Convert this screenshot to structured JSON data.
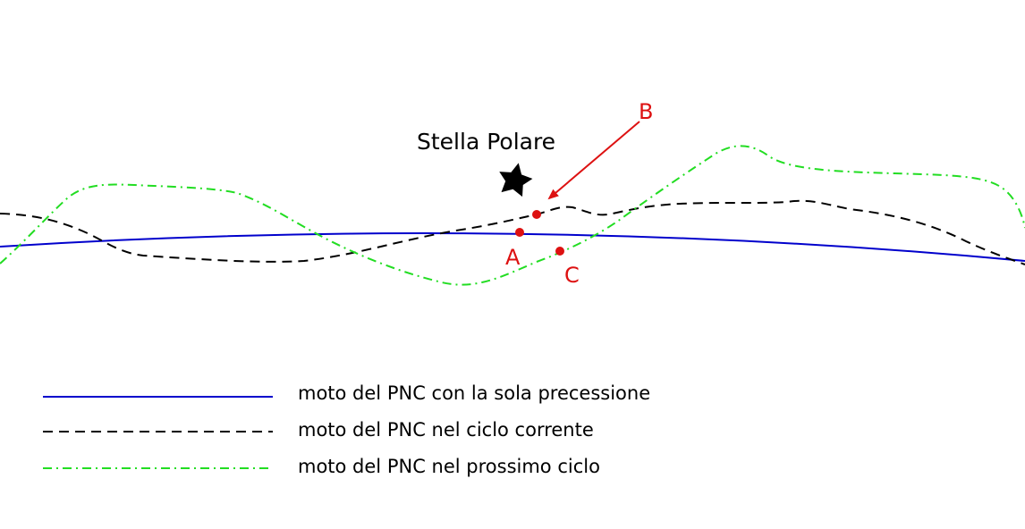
{
  "diagram": {
    "star_label": "Stella Polare",
    "star_icon": "star-icon",
    "colors": {
      "precession": "#0000cc",
      "current_cycle": "#000000",
      "next_cycle": "#22dd22",
      "points": "#dd1111",
      "star": "#000000"
    },
    "points": {
      "a": "A",
      "b": "B",
      "c": "C"
    },
    "legend": {
      "precession": "moto del PNC con la sola precessione",
      "current_cycle": "moto del PNC nel ciclo corrente",
      "next_cycle": "moto del PNC nel prossimo ciclo"
    }
  }
}
